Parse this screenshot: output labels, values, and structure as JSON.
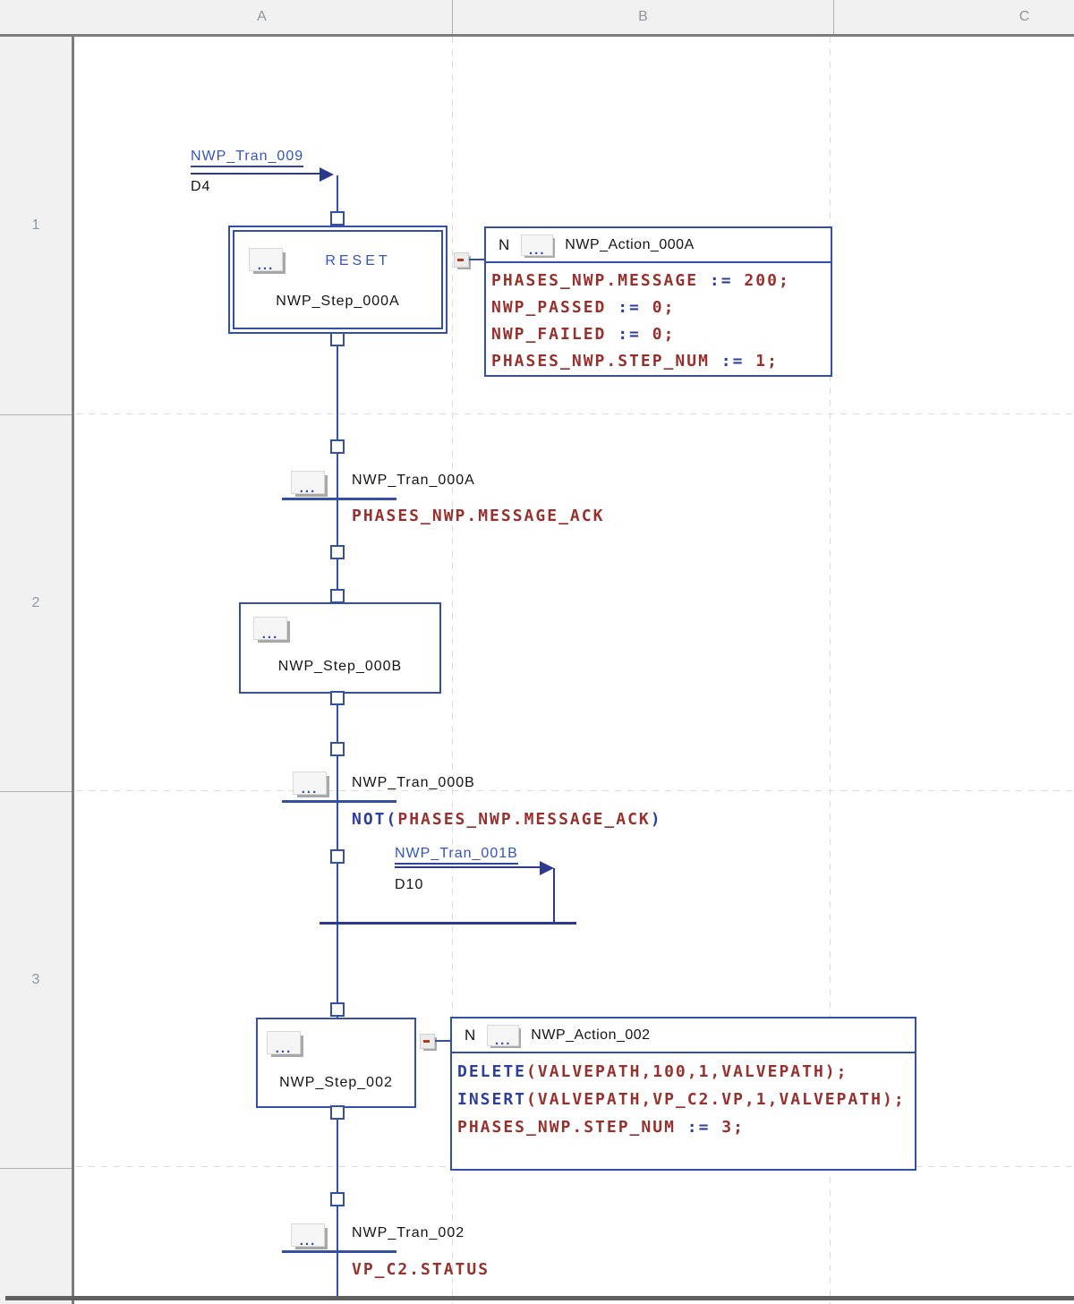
{
  "grid_header": {
    "columns": [
      "A",
      "B",
      "C"
    ],
    "rows": [
      "1",
      "2",
      "3",
      ""
    ]
  },
  "ui": {
    "dots": "..."
  },
  "colors": {
    "sfc_line_blue": "#3350a5",
    "jump_line_navy": "#2b3a8e",
    "link_text_blue": "#3355bb",
    "identifier_maroon": "#97312d",
    "keyword_navy": "#2e3f9b"
  },
  "jumps": {
    "tran009": {
      "label": "NWP_Tran_009",
      "dest": "D4"
    },
    "tran001b": {
      "label": "NWP_Tran_001B",
      "dest": "D10"
    }
  },
  "steps": {
    "step000a": {
      "name": "NWP_Step_000A",
      "type_label": "RESET"
    },
    "step000b": {
      "name": "NWP_Step_000B"
    },
    "step002": {
      "name": "NWP_Step_002"
    }
  },
  "transitions": {
    "tran000a": {
      "name": "NWP_Tran_000A",
      "condition": [
        {
          "t": "PHASES_NWP.MESSAGE_ACK",
          "c": "id"
        }
      ]
    },
    "tran000b": {
      "name": "NWP_Tran_000B",
      "condition": [
        {
          "t": "NOT(",
          "c": "op"
        },
        {
          "t": "PHASES_NWP.MESSAGE_ACK",
          "c": "id"
        },
        {
          "t": ")",
          "c": "op"
        }
      ]
    },
    "tran002": {
      "name": "NWP_Tran_002",
      "condition": [
        {
          "t": "VP_C2.STATUS",
          "c": "id"
        }
      ]
    }
  },
  "actions": {
    "action000a": {
      "qualifier": "N",
      "name": "NWP_Action_000A",
      "lines": [
        [
          {
            "t": "PHASES_NWP.MESSAGE ",
            "c": "id"
          },
          {
            "t": ":=",
            "c": "op"
          },
          {
            "t": " 200;",
            "c": "id"
          }
        ],
        [
          {
            "t": "NWP_PASSED ",
            "c": "id"
          },
          {
            "t": ":=",
            "c": "op"
          },
          {
            "t": " 0;",
            "c": "id"
          }
        ],
        [
          {
            "t": "NWP_FAILED ",
            "c": "id"
          },
          {
            "t": ":=",
            "c": "op"
          },
          {
            "t": " 0;",
            "c": "id"
          }
        ],
        [
          {
            "t": "PHASES_NWP.STEP_NUM ",
            "c": "id"
          },
          {
            "t": ":=",
            "c": "op"
          },
          {
            "t": " 1;",
            "c": "id"
          }
        ]
      ]
    },
    "action002": {
      "qualifier": "N",
      "name": "NWP_Action_002",
      "lines": [
        [
          {
            "t": "DELETE",
            "c": "op"
          },
          {
            "t": "(VALVEPATH,100,1,VALVEPATH);",
            "c": "id"
          }
        ],
        [
          {
            "t": "INSERT",
            "c": "op"
          },
          {
            "t": "(VALVEPATH,VP_C2.VP,1,VALVEPATH);",
            "c": "id"
          }
        ],
        [
          {
            "t": "PHASES_NWP.STEP_NUM ",
            "c": "id"
          },
          {
            "t": ":=",
            "c": "op"
          },
          {
            "t": " 3;",
            "c": "id"
          }
        ]
      ]
    }
  }
}
